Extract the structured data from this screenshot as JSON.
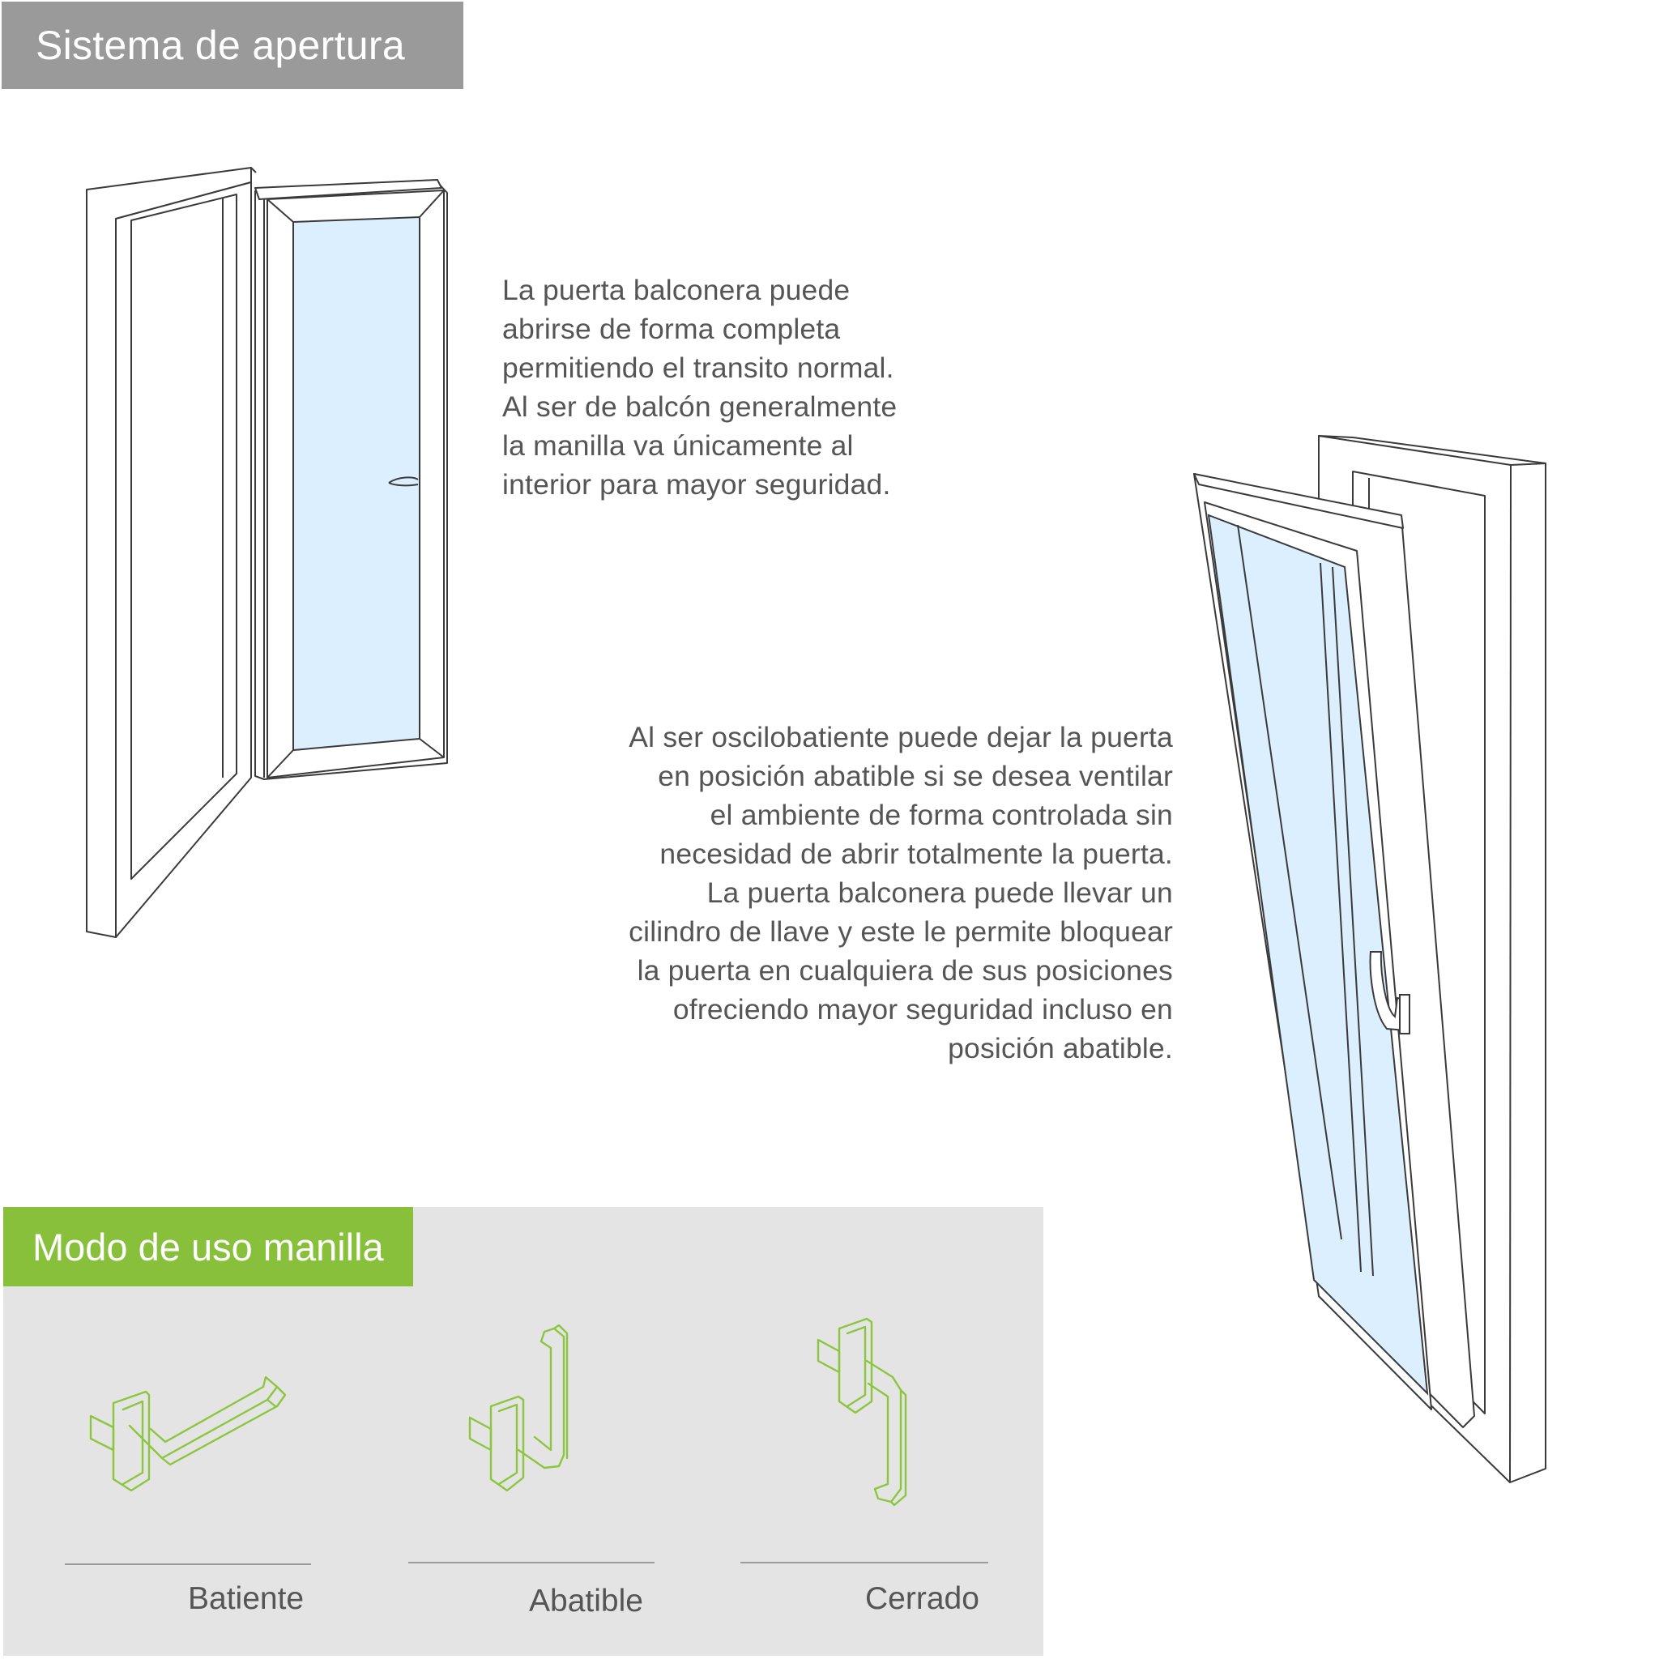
{
  "title": "Sistema de apertura",
  "description_1": {
    "lines": [
      "La puerta balconera puede",
      "abrirse de forma completa",
      "permitiendo el transito normal.",
      "Al ser de balcón generalmente",
      "la manilla va únicamente al",
      "interior para mayor seguridad."
    ]
  },
  "description_2": {
    "lines": [
      "Al ser oscilobatiente puede dejar la puerta",
      "en posición abatible si se desea ventilar",
      "el ambiente de forma controlada sin",
      "necesidad de abrir totalmente la puerta.",
      "La puerta balconera puede llevar un",
      "cilindro de llave y este le permite bloquear",
      "la puerta en cualquiera de sus posiciones",
      "ofreciendo mayor seguridad incluso en",
      "posición abatible."
    ]
  },
  "handle_section": {
    "title": "Modo de uso manilla",
    "modes": [
      "Batiente",
      "Abatible",
      "Cerrado"
    ]
  },
  "colors": {
    "title_bar": "#9a9a9a",
    "accent_green": "#88c03c",
    "panel_bg": "#e4e4e4",
    "glass": "#dcefff",
    "text": "#555555"
  }
}
